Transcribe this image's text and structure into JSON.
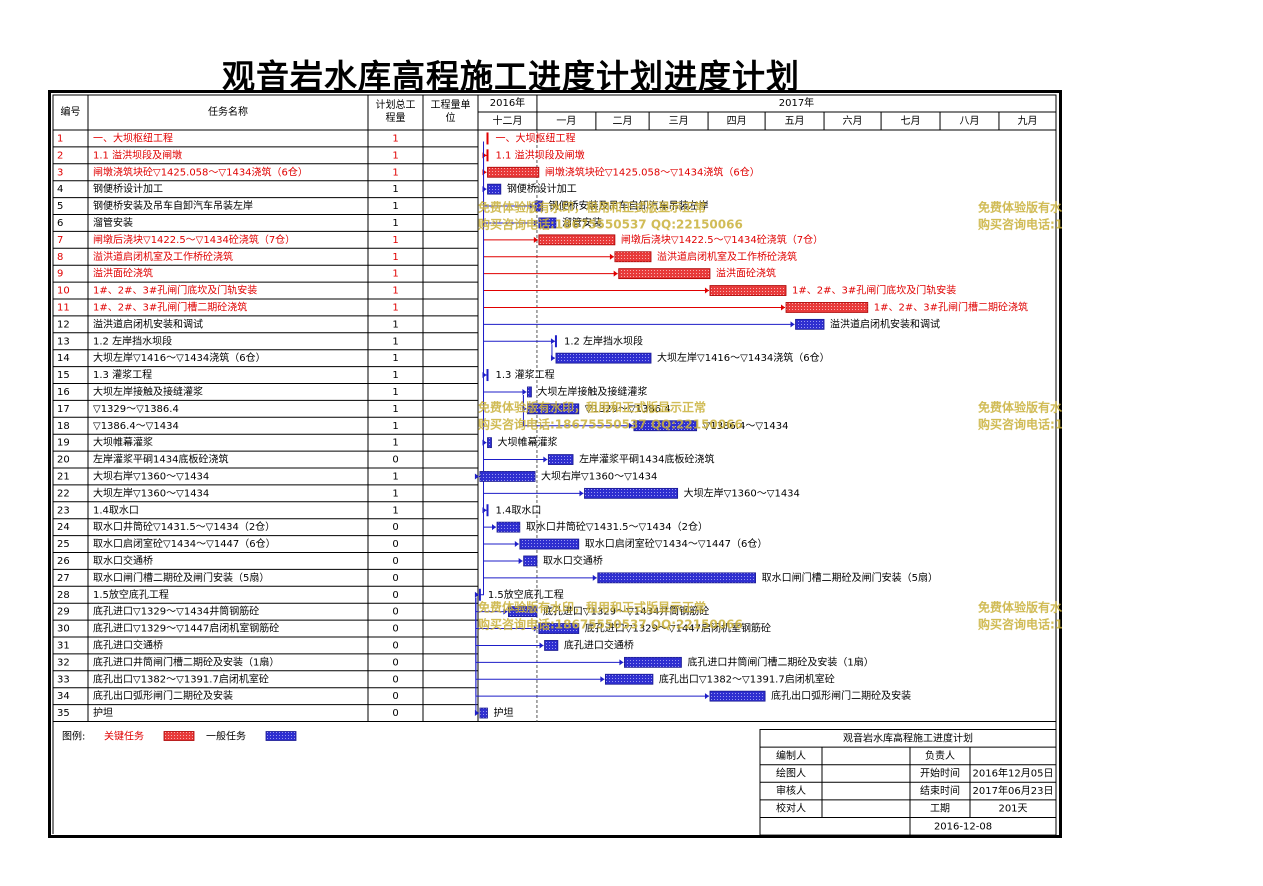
{
  "title": "观音岩水库高程施工进度计划进度计划",
  "headers": {
    "id": "编号",
    "name": "任务名称",
    "plan_l1": "计划总工",
    "plan_l2": "程量",
    "unit_l1": "工程量单",
    "unit_l2": "位"
  },
  "timeline": {
    "years": [
      {
        "label": "2016年",
        "start": "2016-11-30",
        "end": "2016-12-31"
      },
      {
        "label": "2017年",
        "start": "2016-12-31",
        "end": "2017-09-30"
      }
    ],
    "months": [
      {
        "label": "十二月",
        "start": "2016-11-30",
        "end": "2016-12-31"
      },
      {
        "label": "一月",
        "start": "2016-12-31",
        "end": "2017-01-31"
      },
      {
        "label": "二月",
        "start": "2017-01-31",
        "end": "2017-02-28"
      },
      {
        "label": "三月",
        "start": "2017-02-28",
        "end": "2017-03-31"
      },
      {
        "label": "四月",
        "start": "2017-03-31",
        "end": "2017-04-30"
      },
      {
        "label": "五月",
        "start": "2017-04-30",
        "end": "2017-05-31"
      },
      {
        "label": "六月",
        "start": "2017-05-31",
        "end": "2017-06-30"
      },
      {
        "label": "七月",
        "start": "2017-06-30",
        "end": "2017-07-31"
      },
      {
        "label": "八月",
        "start": "2017-07-31",
        "end": "2017-08-31"
      },
      {
        "label": "九月",
        "start": "2017-08-31",
        "end": "2017-09-30"
      }
    ],
    "range_start": "2016-11-30",
    "range_end": "2017-09-30",
    "today": "2016-12-31"
  },
  "chart_data": {
    "type": "gantt",
    "x_axis": "date",
    "tasks": [
      {
        "id": "1",
        "name": "一、大坝枢纽工程",
        "plan": "1",
        "unit": "",
        "critical": true,
        "summary": true,
        "start": "2016-12-05",
        "end": "2016-12-05",
        "parent": ""
      },
      {
        "id": "2",
        "name": "1.1 溢洪坝段及闸墩",
        "plan": "1",
        "unit": "",
        "critical": true,
        "summary": true,
        "start": "2016-12-05",
        "end": "2016-12-05",
        "parent": "1"
      },
      {
        "id": "3",
        "name": "闸墩浇筑块砼▽1425.058～▽1434浇筑（6仓）",
        "plan": "1",
        "unit": "",
        "critical": true,
        "summary": false,
        "start": "2016-12-05",
        "end": "2017-01-01",
        "parent": "2"
      },
      {
        "id": "4",
        "name": "钢便桥设计加工",
        "plan": "1",
        "unit": "",
        "critical": false,
        "summary": false,
        "start": "2016-12-05",
        "end": "2016-12-12",
        "parent": "2"
      },
      {
        "id": "5",
        "name": "钢便桥安装及吊车自卸汽车吊装左岸",
        "plan": "1",
        "unit": "",
        "critical": false,
        "summary": false,
        "start": "2016-12-30",
        "end": "2017-01-03",
        "parent": "2"
      },
      {
        "id": "6",
        "name": "溜管安装",
        "plan": "1",
        "unit": "",
        "critical": false,
        "summary": false,
        "start": "2017-01-01",
        "end": "2017-01-10",
        "parent": "2"
      },
      {
        "id": "7",
        "name": "闸墩后浇块▽1422.5～▽1434砼浇筑（7仓）",
        "plan": "1",
        "unit": "",
        "critical": true,
        "summary": false,
        "start": "2017-01-01",
        "end": "2017-02-10",
        "parent": "2"
      },
      {
        "id": "8",
        "name": "溢洪道启闭机室及工作桥砼浇筑",
        "plan": "1",
        "unit": "",
        "critical": true,
        "summary": false,
        "start": "2017-02-10",
        "end": "2017-03-01",
        "parent": "2"
      },
      {
        "id": "9",
        "name": "溢洪面砼浇筑",
        "plan": "1",
        "unit": "",
        "critical": true,
        "summary": false,
        "start": "2017-02-12",
        "end": "2017-04-01",
        "parent": "2"
      },
      {
        "id": "10",
        "name": "1#、2#、3#孔闸门底坎及门轨安装",
        "plan": "1",
        "unit": "",
        "critical": true,
        "summary": false,
        "start": "2017-04-01",
        "end": "2017-05-11",
        "parent": "2"
      },
      {
        "id": "11",
        "name": "1#、2#、3#孔闸门槽二期砼浇筑",
        "plan": "1",
        "unit": "",
        "critical": true,
        "summary": false,
        "start": "2017-05-11",
        "end": "2017-06-23",
        "parent": "2"
      },
      {
        "id": "12",
        "name": "溢洪道启闭机安装和调试",
        "plan": "1",
        "unit": "",
        "critical": false,
        "summary": false,
        "start": "2017-05-16",
        "end": "2017-05-31",
        "parent": "2"
      },
      {
        "id": "13",
        "name": "1.2 左岸挡水坝段",
        "plan": "1",
        "unit": "",
        "critical": false,
        "summary": true,
        "start": "2017-01-10",
        "end": "2017-01-10",
        "parent": "1"
      },
      {
        "id": "14",
        "name": "大坝左岸▽1416～▽1434浇筑（6仓）",
        "plan": "1",
        "unit": "",
        "critical": false,
        "summary": false,
        "start": "2017-01-10",
        "end": "2017-03-01",
        "parent": "13"
      },
      {
        "id": "15",
        "name": "1.3 灌浆工程",
        "plan": "1",
        "unit": "",
        "critical": false,
        "summary": true,
        "start": "2016-12-05",
        "end": "2016-12-05",
        "parent": "1"
      },
      {
        "id": "16",
        "name": "大坝左岸接触及接缝灌浆",
        "plan": "1",
        "unit": "",
        "critical": false,
        "summary": false,
        "start": "2016-12-26",
        "end": "2016-12-26",
        "parent": "15"
      },
      {
        "id": "17",
        "name": "▽1329～▽1386.4",
        "plan": "1",
        "unit": "",
        "critical": false,
        "summary": false,
        "start": "2016-12-26",
        "end": "2017-01-22",
        "parent": "16"
      },
      {
        "id": "18",
        "name": "▽1386.4～▽1434",
        "plan": "1",
        "unit": "",
        "critical": false,
        "summary": false,
        "start": "2017-02-20",
        "end": "2017-03-25",
        "parent": "16"
      },
      {
        "id": "19",
        "name": "大坝帷幕灌浆",
        "plan": "1",
        "unit": "",
        "critical": false,
        "summary": false,
        "start": "2016-12-05",
        "end": "2016-12-05",
        "parent": "15"
      },
      {
        "id": "20",
        "name": "左岸灌浆平硐1434底板砼浇筑",
        "plan": "0",
        "unit": "",
        "critical": false,
        "summary": false,
        "start": "2017-01-06",
        "end": "2017-01-19",
        "parent": "19"
      },
      {
        "id": "21",
        "name": "大坝右岸▽1360～▽1434",
        "plan": "1",
        "unit": "",
        "critical": false,
        "summary": false,
        "start": "2016-12-01",
        "end": "2016-12-30",
        "parent": "19"
      },
      {
        "id": "22",
        "name": "大坝左岸▽1360～▽1434",
        "plan": "1",
        "unit": "",
        "critical": false,
        "summary": false,
        "start": "2017-01-25",
        "end": "2017-03-15",
        "parent": "19"
      },
      {
        "id": "23",
        "name": "1.4取水口",
        "plan": "1",
        "unit": "",
        "critical": false,
        "summary": true,
        "start": "2016-12-05",
        "end": "2016-12-05",
        "parent": "1"
      },
      {
        "id": "24",
        "name": "取水口井筒砼▽1431.5～▽1434（2仓）",
        "plan": "0",
        "unit": "",
        "critical": false,
        "summary": false,
        "start": "2016-12-10",
        "end": "2016-12-22",
        "parent": "23"
      },
      {
        "id": "25",
        "name": "取水口启闭室砼▽1434～▽1447（6仓）",
        "plan": "0",
        "unit": "",
        "critical": false,
        "summary": false,
        "start": "2016-12-22",
        "end": "2017-01-22",
        "parent": "23"
      },
      {
        "id": "26",
        "name": "取水口交通桥",
        "plan": "0",
        "unit": "",
        "critical": false,
        "summary": false,
        "start": "2016-12-24",
        "end": "2016-12-31",
        "parent": "23"
      },
      {
        "id": "27",
        "name": "取水口闸门槽二期砼及闸门安装（5扇）",
        "plan": "0",
        "unit": "",
        "critical": false,
        "summary": false,
        "start": "2017-02-01",
        "end": "2017-04-25",
        "parent": "23"
      },
      {
        "id": "28",
        "name": "1.5放空底孔工程",
        "plan": "0",
        "unit": "",
        "critical": false,
        "summary": true,
        "start": "2016-12-01",
        "end": "2016-12-01",
        "parent": "1"
      },
      {
        "id": "29",
        "name": "底孔进口▽1329～▽1434井筒钢筋砼",
        "plan": "0",
        "unit": "",
        "critical": false,
        "summary": false,
        "start": "2016-12-16",
        "end": "2016-12-31",
        "parent": "28"
      },
      {
        "id": "30",
        "name": "底孔进口▽1329～▽1447启闭机室钢筋砼",
        "plan": "0",
        "unit": "",
        "critical": false,
        "summary": false,
        "start": "2017-01-01",
        "end": "2017-01-22",
        "parent": "28"
      },
      {
        "id": "31",
        "name": "底孔进口交通桥",
        "plan": "0",
        "unit": "",
        "critical": false,
        "summary": false,
        "start": "2017-01-04",
        "end": "2017-01-11",
        "parent": "28"
      },
      {
        "id": "32",
        "name": "底孔进口井筒闸门槽二期砼及安装（1扇）",
        "plan": "0",
        "unit": "",
        "critical": false,
        "summary": false,
        "start": "2017-02-15",
        "end": "2017-03-17",
        "parent": "28"
      },
      {
        "id": "33",
        "name": "底孔出口▽1382～▽1391.7启闭机室砼",
        "plan": "0",
        "unit": "",
        "critical": false,
        "summary": false,
        "start": "2017-02-05",
        "end": "2017-03-02",
        "parent": "28"
      },
      {
        "id": "34",
        "name": "底孔出口弧形闸门二期砼及安装",
        "plan": "0",
        "unit": "",
        "critical": false,
        "summary": false,
        "start": "2017-04-01",
        "end": "2017-04-30",
        "parent": "28"
      },
      {
        "id": "35",
        "name": "护坦",
        "plan": "0",
        "unit": "",
        "critical": false,
        "summary": false,
        "start": "2016-12-01",
        "end": "2016-12-05",
        "parent": "28"
      }
    ]
  },
  "legend": {
    "label": "图例:",
    "critical": "关键任务",
    "normal": "一般任务"
  },
  "info": {
    "title": "观音岩水库高程施工进度计划",
    "editor_label": "编制人",
    "editor_value": "",
    "owner_label": "负责人",
    "owner_value": "",
    "drawer_label": "绘图人",
    "drawer_value": "",
    "start_label": "开始时间",
    "start_value": "2016年12月05日",
    "reviewer_label": "审核人",
    "reviewer_value": "",
    "end_label": "结束时间",
    "end_value": "2017年06月23日",
    "checker_label": "校对人",
    "checker_value": "",
    "duration_label": "工期",
    "duration_value": "201天",
    "date": "2016-12-08"
  },
  "watermark": {
    "line1": "免费体验版有水印，租用和正式版显示正常",
    "line2": "购买咨询电话:18675550537 QQ:22150066"
  },
  "colors": {
    "critical_text": "#e00000",
    "critical_fill": "#e83a3a",
    "normal_fill": "#2f2fd0",
    "link": "#1e1ec8",
    "critical_link": "#e00000",
    "watermark": "#c9b13a"
  }
}
